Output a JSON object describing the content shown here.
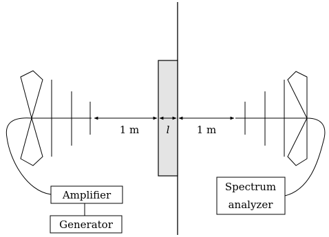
{
  "labels": {
    "left_distance": "1 m",
    "sample_thickness": "l",
    "right_distance": "1 m"
  },
  "boxes": {
    "amplifier": "Amplifier",
    "generator": "Generator",
    "analyzer_line1": "Spectrum",
    "analyzer_line2": "analyzer"
  }
}
